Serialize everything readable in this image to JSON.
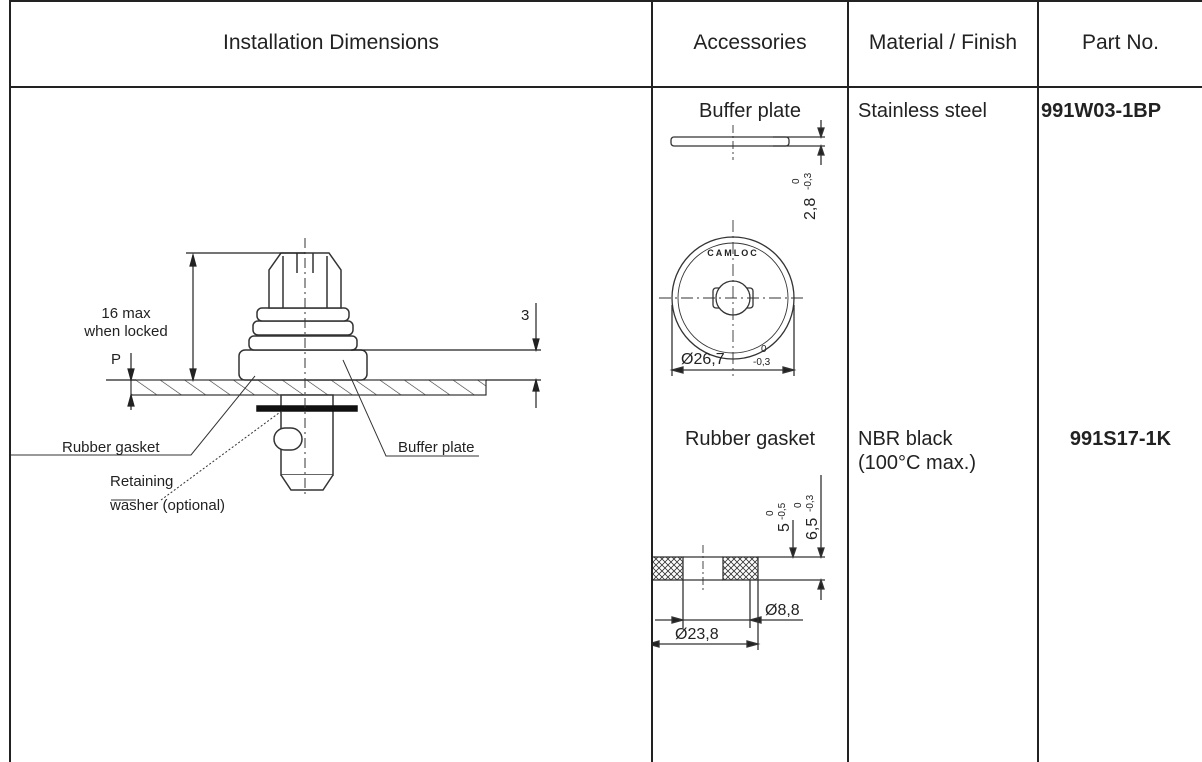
{
  "headers": {
    "installation": "Installation Dimensions",
    "accessories": "Accessories",
    "material": "Material / Finish",
    "part_no": "Part No."
  },
  "installation": {
    "dim_16": "16 max",
    "dim_16_sub": "when locked",
    "dim_3": "3",
    "dim_p": "P",
    "label_rubber_gasket": "Rubber gasket",
    "label_buffer_plate": "Buffer plate",
    "label_retaining_1": "Retaining",
    "label_retaining_2": "washer (optional)"
  },
  "rows": [
    {
      "accessory": "Buffer plate",
      "material": "Stainless steel",
      "part_no": "991W03-1BP",
      "dims": {
        "thickness": "2,8",
        "thickness_tol_top": "0",
        "thickness_tol_bot": "-0,3",
        "diameter": "Ø26,7",
        "diameter_tol_top": "0",
        "diameter_tol_bot": "-0,3",
        "stamp": "CAMLOC"
      }
    },
    {
      "accessory": "Rubber gasket",
      "material_line1": "NBR black",
      "material_line2": "(100°C  max.)",
      "part_no": "991S17-1K",
      "dims": {
        "inner": "5",
        "inner_tol_top": "0",
        "inner_tol_bot": "-0,5",
        "outer": "6,5",
        "outer_tol_top": "0",
        "outer_tol_bot": "-0,3",
        "hole": "Ø8,8",
        "diameter": "Ø23,8"
      }
    }
  ]
}
